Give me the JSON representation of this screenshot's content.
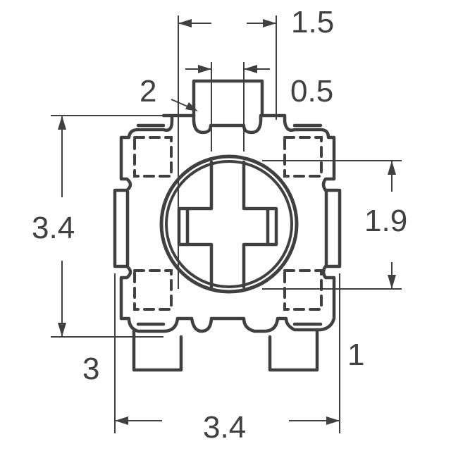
{
  "drawing": {
    "title": "SMD trimmer potentiometer footprint (top view)",
    "units": "mm",
    "line_color": "#404041",
    "background": "#ffffff"
  },
  "dimensions": {
    "top_width": "1.5",
    "top_pin_width": "0.5",
    "pin_2": "2",
    "left_height": "3.4",
    "right_height": "1.9",
    "pin_3": "3",
    "pin_1": "1",
    "bottom_width": "3.4"
  }
}
